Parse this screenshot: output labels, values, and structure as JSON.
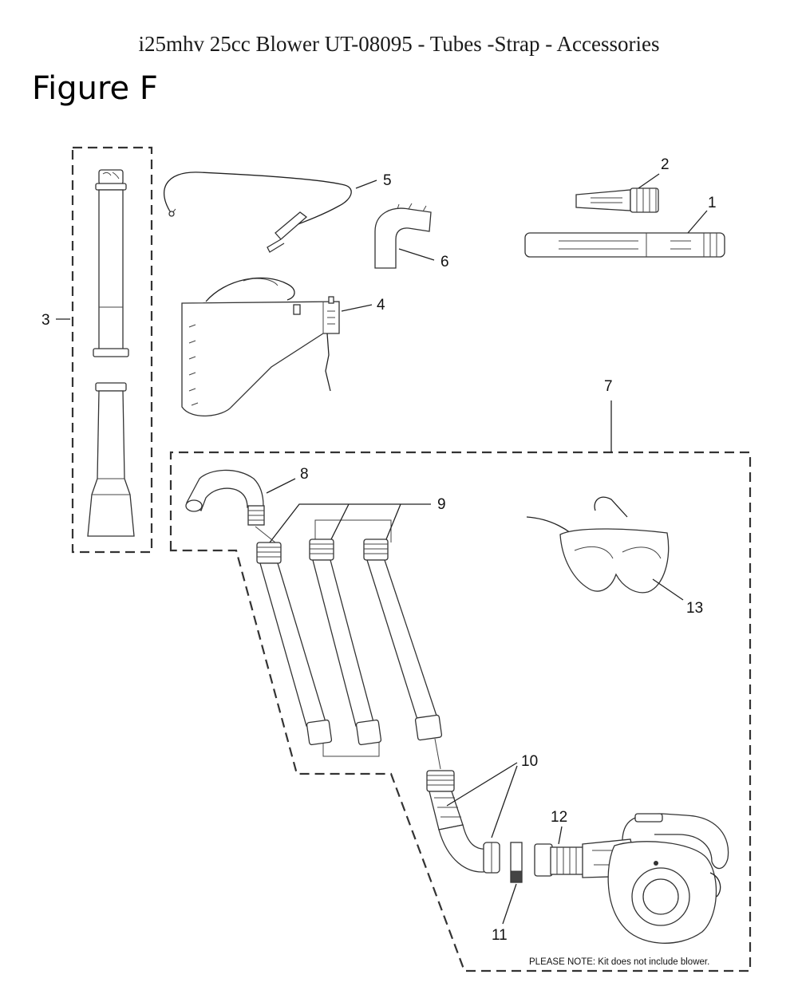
{
  "header": {
    "title": "i25mhv 25cc Blower UT-08095 - Tubes -Strap - Accessories",
    "figure_label": "Figure F"
  },
  "callouts": {
    "c1": "1",
    "c2": "2",
    "c3": "3",
    "c4": "4",
    "c5": "5",
    "c6": "6",
    "c7": "7",
    "c8": "8",
    "c9": "9",
    "c10": "10",
    "c11": "11",
    "c12": "12",
    "c13": "13"
  },
  "note": "PLEASE NOTE: Kit does not include blower."
}
